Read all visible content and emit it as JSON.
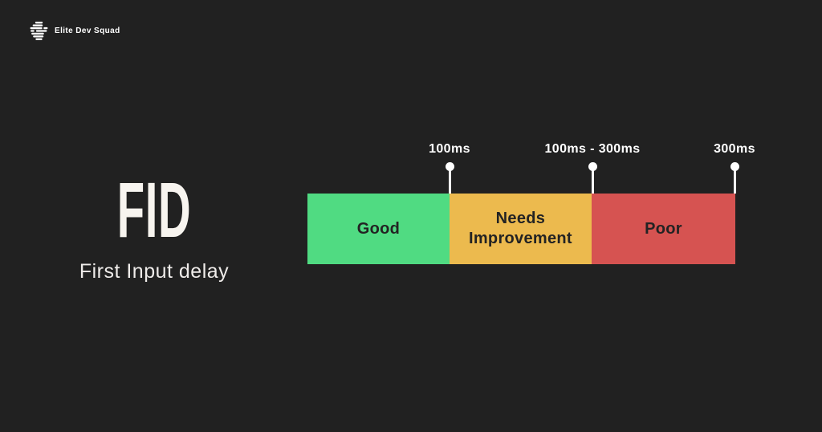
{
  "page": {
    "background": "#212121"
  },
  "brand": {
    "name": "Elite Dev Squad",
    "logo_icon": "striped-globe-icon"
  },
  "metric": {
    "abbreviation": "FID",
    "full_name": "First Input delay"
  },
  "chart_data": {
    "type": "bar",
    "orientation": "horizontal",
    "title": "FID",
    "subtitle": "First Input delay",
    "unit": "ms",
    "categories": [
      "Good",
      "Needs Improvement",
      "Poor"
    ],
    "segments": [
      {
        "label": "Good",
        "color": "#50db82",
        "text_color": "#232323",
        "width_fraction": 0.333
      },
      {
        "label": "Needs Improvement",
        "color": "#ecba4e",
        "text_color": "#232323",
        "width_fraction": 0.333
      },
      {
        "label": "Poor",
        "color": "#d65351",
        "text_color": "#232323",
        "width_fraction": 0.334
      }
    ],
    "markers": [
      {
        "label": "100ms",
        "position_fraction": 0.333
      },
      {
        "label": "100ms - 300ms",
        "position_fraction": 0.667
      },
      {
        "label": "300ms",
        "position_fraction": 1.0
      }
    ],
    "marker_color": "#ffffff",
    "legend": "none",
    "grid": false
  }
}
